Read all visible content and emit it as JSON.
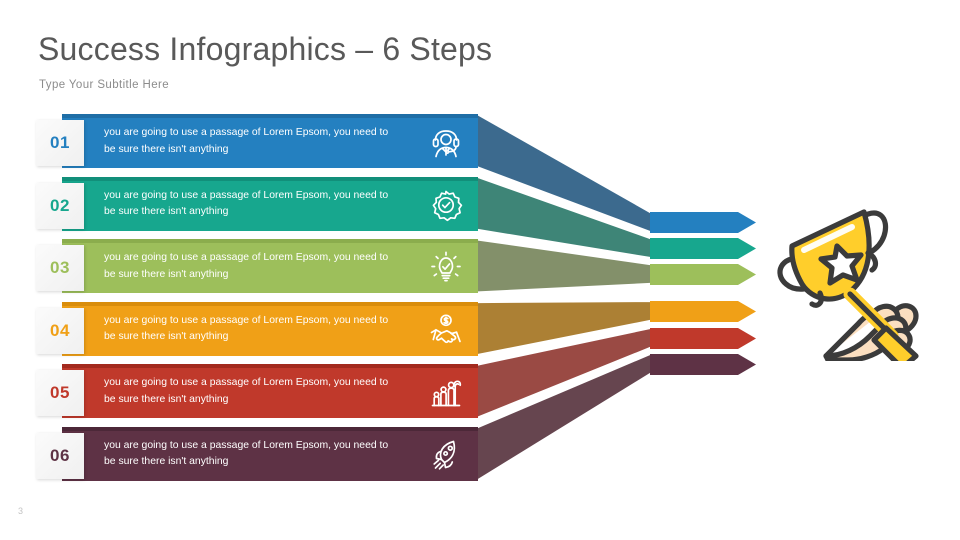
{
  "header": {
    "title": "Success Infographics – 6 Steps",
    "subtitle": "Type Your Subtitle Here"
  },
  "footer": {
    "page_number": "3"
  },
  "colors": {
    "title": "#595959",
    "subtitle": "#8c8c8c",
    "background": "#ffffff",
    "page_number": "#c4c4c4",
    "trophy_gold": "#FFCE2B",
    "trophy_outline": "#3B3B3B",
    "trophy_skin": "#FBDFC0"
  },
  "steps": [
    {
      "number": "01",
      "text": "you are going to use a passage of Lorem Epsom, you need to be sure there isn't anything",
      "color": "#2480C0",
      "accent": "#1F6EA6",
      "ribbon": "#3C6A8E",
      "icon": "headset-support-icon"
    },
    {
      "number": "02",
      "text": "you are going to use a passage of Lorem Epsom, you need to be sure there isn't anything",
      "color": "#17A78E",
      "accent": "#128F7A",
      "ribbon": "#3E8577",
      "icon": "gear-check-icon"
    },
    {
      "number": "03",
      "text": "you are going to use a passage of Lorem Epsom, you need to be sure there isn't anything",
      "color": "#9DBF5B",
      "accent": "#8BAD4D",
      "ribbon": "#83906A",
      "icon": "lightbulb-check-icon"
    },
    {
      "number": "04",
      "text": "you are going to use a passage of Lorem Epsom, you need to be sure there isn't anything",
      "color": "#F0A017",
      "accent": "#D98D0C",
      "ribbon": "#AC8034",
      "icon": "handshake-money-icon"
    },
    {
      "number": "05",
      "text": "you are going to use a passage of Lorem Epsom, you need to be sure there isn't anything",
      "color": "#C0392B",
      "accent": "#A32A1E",
      "ribbon": "#9A4A44",
      "icon": "growth-chart-icon"
    },
    {
      "number": "06",
      "text": "you are going to use a passage of Lorem Epsom, you need to be sure there isn't anything",
      "color": "#5E3245",
      "accent": "#4C2838",
      "ribbon": "#66454F",
      "icon": "rocket-icon"
    }
  ],
  "arrows": [
    {
      "label": "arrow-step-1",
      "color": "#2480C0"
    },
    {
      "label": "arrow-step-2",
      "color": "#17A78E"
    },
    {
      "label": "arrow-step-3",
      "color": "#9DBF5B"
    },
    {
      "label": "arrow-step-4",
      "color": "#F0A017"
    },
    {
      "label": "arrow-step-5",
      "color": "#C0392B"
    },
    {
      "label": "arrow-step-6",
      "color": "#5E3245"
    }
  ],
  "trophy": {
    "name": "hand-holding-trophy-illustration"
  }
}
